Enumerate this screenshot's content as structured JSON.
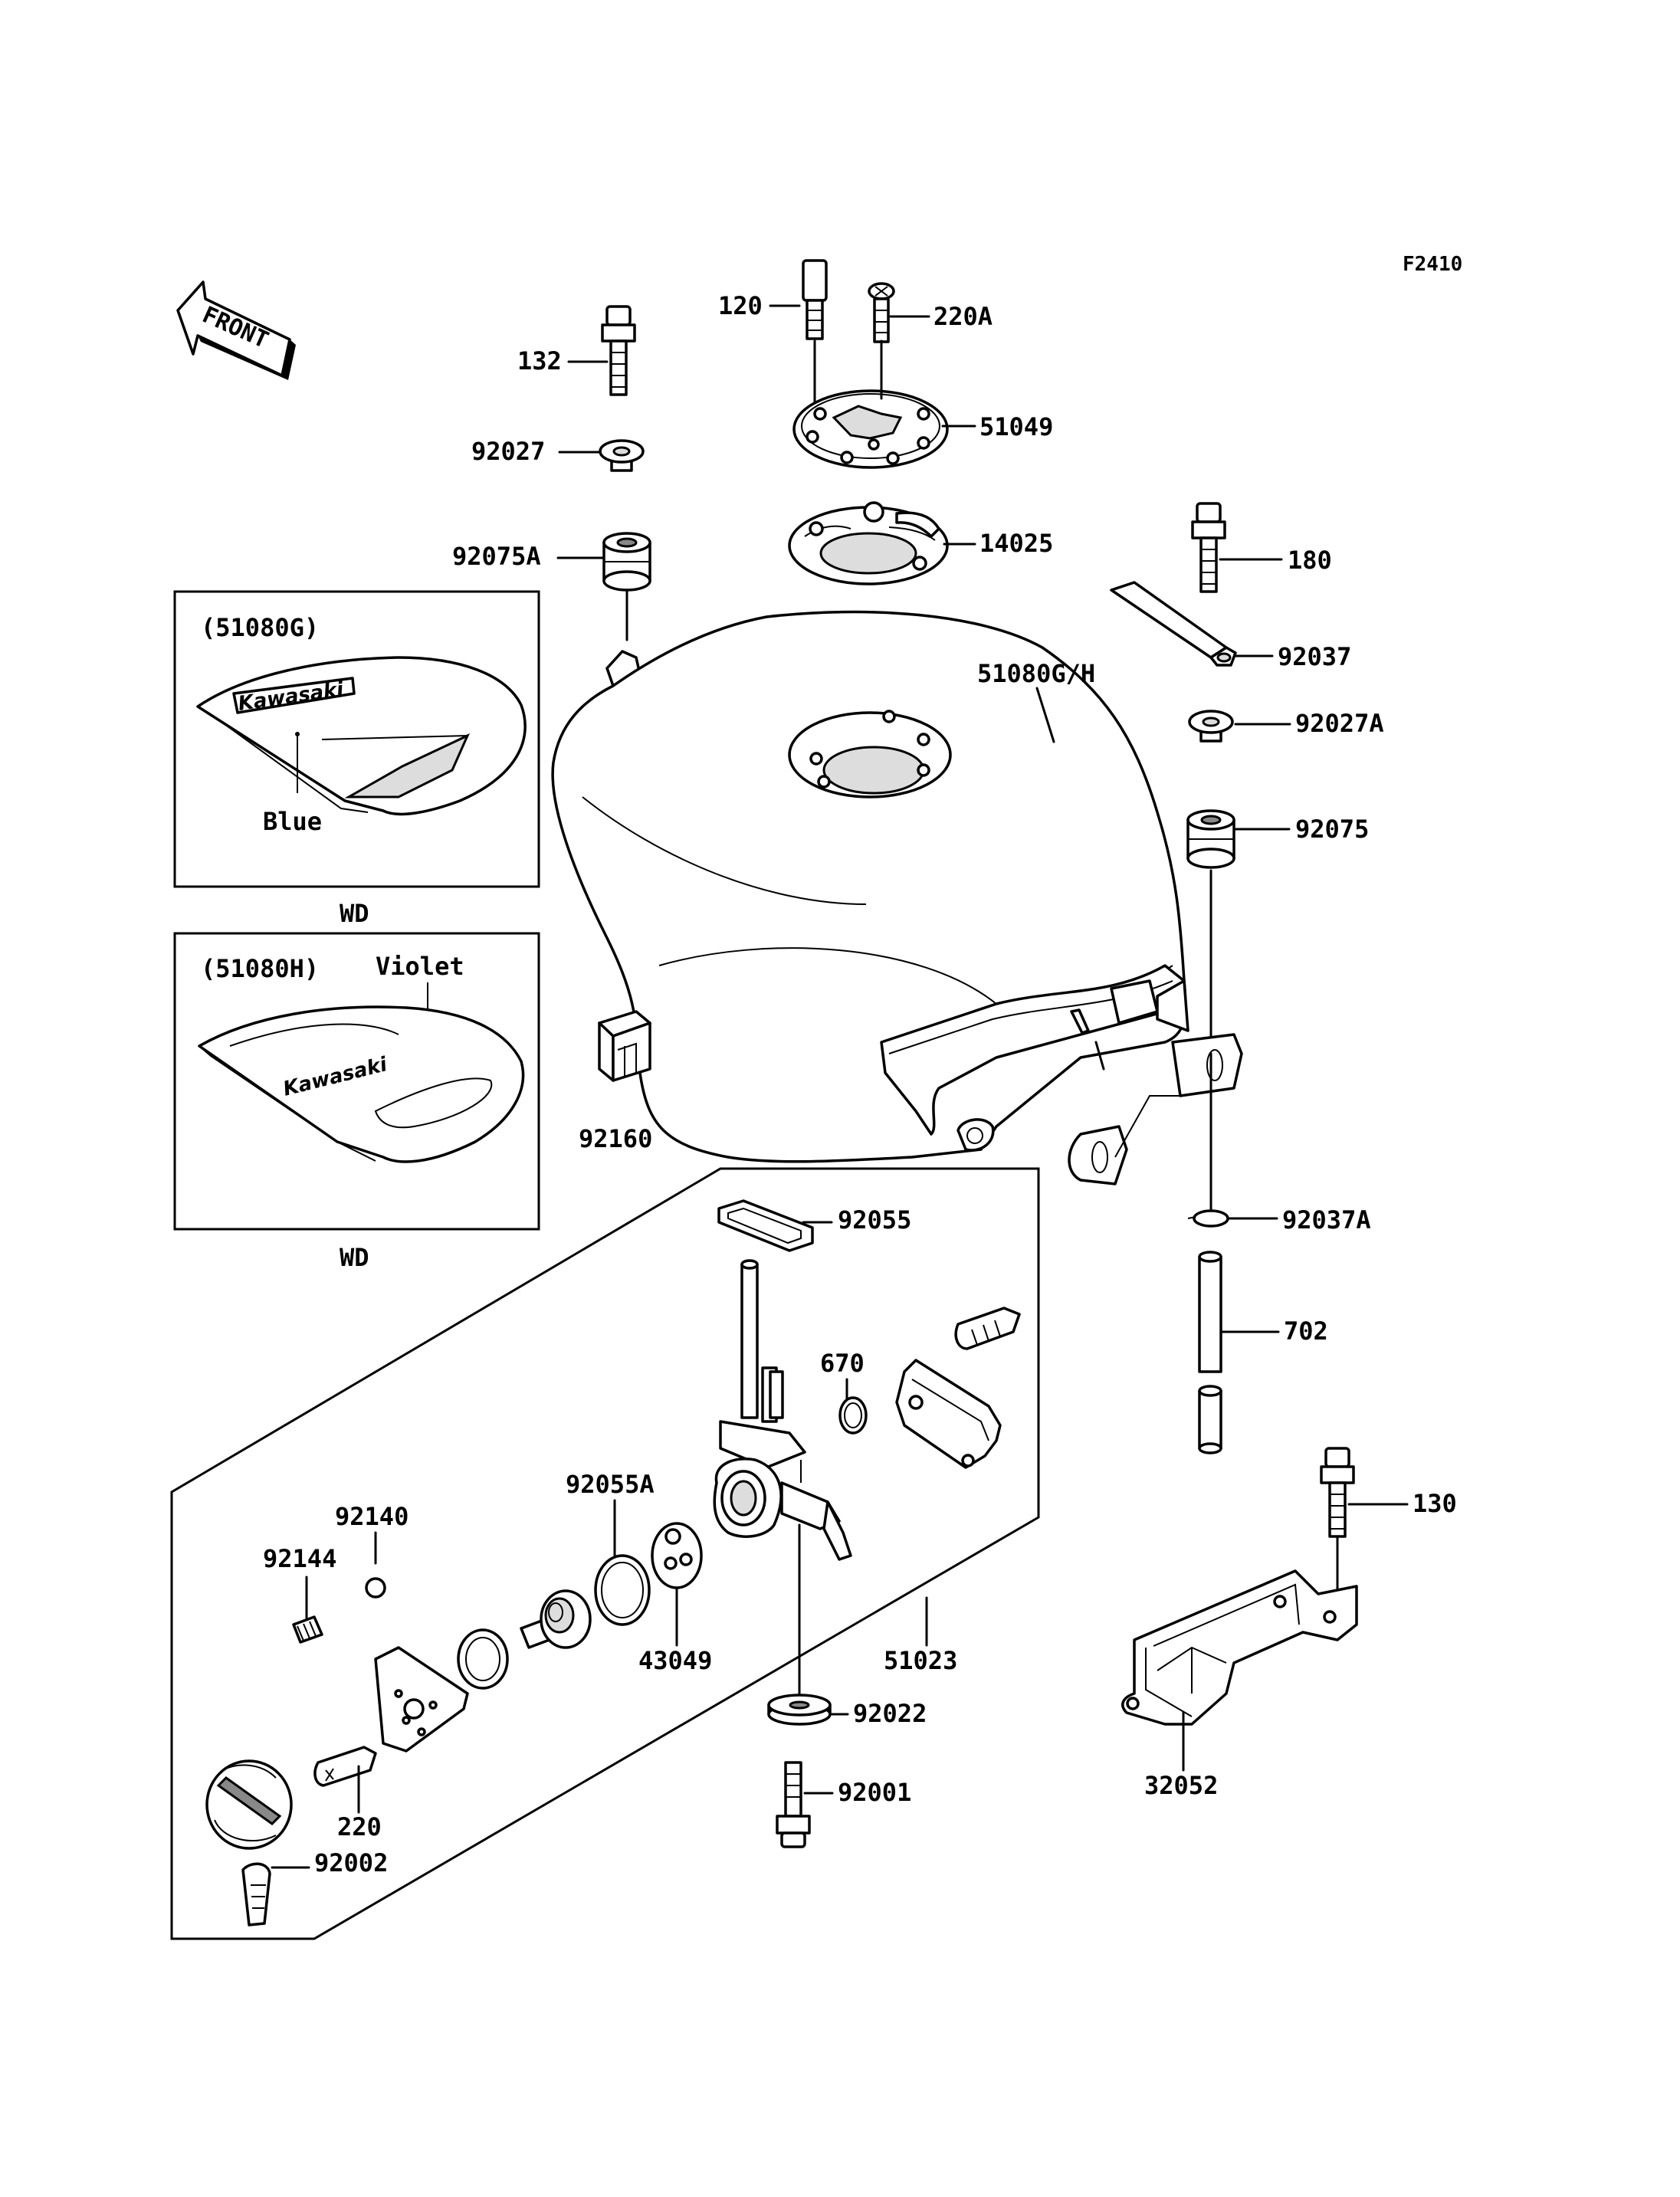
{
  "figure_code": "F2410",
  "front_label": "FRONT",
  "parts": {
    "p120": "120",
    "p220A": "220A",
    "p132": "132",
    "p51049": "51049",
    "p92027": "92027",
    "p14025": "14025",
    "p92075A": "92075A",
    "p180": "180",
    "p92037": "92037",
    "p51080GH": "51080G/H",
    "p92027A": "92027A",
    "p92075": "92075",
    "p92160": "92160",
    "p92037A": "92037A",
    "p702": "702",
    "p92055": "92055",
    "p670": "670",
    "p92055A": "92055A",
    "p92140": "92140",
    "p92144": "92144",
    "p43049": "43049",
    "p51023": "51023",
    "p92022": "92022",
    "p220": "220",
    "p92001": "92001",
    "p92002": "92002",
    "p130": "130",
    "p32052": "32052"
  },
  "variants": {
    "g": {
      "code": "(51080G)",
      "color": "Blue",
      "logo": "Kawasaki",
      "market": "WD"
    },
    "h": {
      "code": "(51080H)",
      "color": "Violet",
      "logo": "Kawasaki",
      "market": "WD"
    }
  }
}
